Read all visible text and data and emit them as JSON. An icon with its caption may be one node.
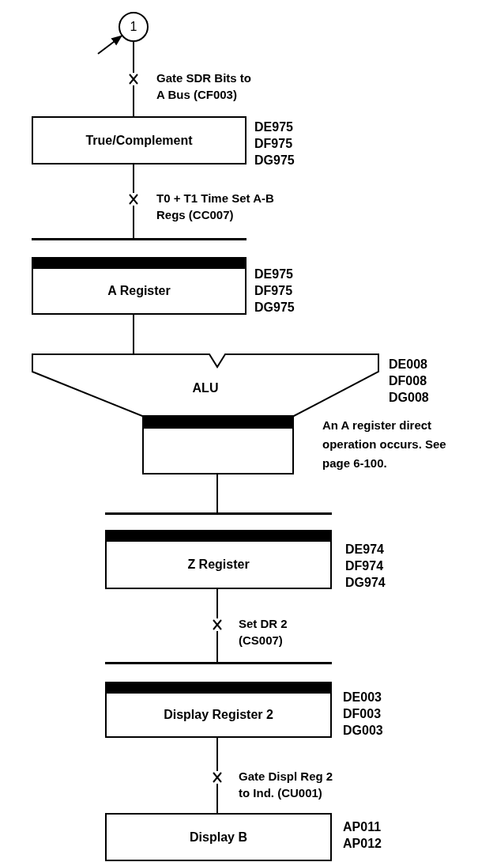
{
  "diagram": {
    "nodes": [
      {
        "text": [
          "1"
        ]
      },
      {
        "text": [
          "True/Complement"
        ],
        "beside": [
          "DE975",
          "DF975",
          "DG975"
        ]
      },
      {
        "text": [],
        "shape": "bar"
      },
      {
        "text": [
          "A Register"
        ],
        "beside": [
          "DE975",
          "DF975",
          "DG975"
        ]
      },
      {
        "text": [
          "ALU"
        ],
        "beside": [
          "DE008",
          "DF008",
          "DG008",
          "An A register direct operation occurs. See page 6-100."
        ]
      },
      {
        "text": [],
        "shape": "box"
      },
      {
        "text": [],
        "shape": "bar"
      },
      {
        "text": [
          "Z Register"
        ],
        "beside": [
          "DE974",
          "DF974",
          "DG974"
        ]
      },
      {
        "text": [],
        "shape": "bar"
      },
      {
        "text": [
          "Display Register 2"
        ],
        "beside": [
          "DE003",
          "DF003",
          "DG003"
        ]
      },
      {
        "text": [
          "Display B"
        ],
        "beside": [
          "AP011",
          "AP012"
        ]
      }
    ],
    "edges": [
      {
        "from": null,
        "to": 0,
        "arrow": "to"
      },
      {
        "from": 0,
        "to": 1,
        "arrow": "none",
        "label": "Gate SDR Bits to A Bus (CF003)"
      },
      {
        "from": 1,
        "to": 2,
        "arrow": "none",
        "label": "T0 + T1 Time Set A-B Regs (CC007)"
      },
      {
        "from": 3,
        "to": 4,
        "arrow": "none"
      },
      {
        "from": 5,
        "to": 6,
        "arrow": "none"
      },
      {
        "from": 7,
        "to": 8,
        "arrow": "none",
        "label": "Set DR 2 (CS007)"
      },
      {
        "from": 9,
        "to": 10,
        "arrow": "none",
        "label": "Gate Displ Reg 2 to Ind. (CU001)"
      }
    ]
  }
}
